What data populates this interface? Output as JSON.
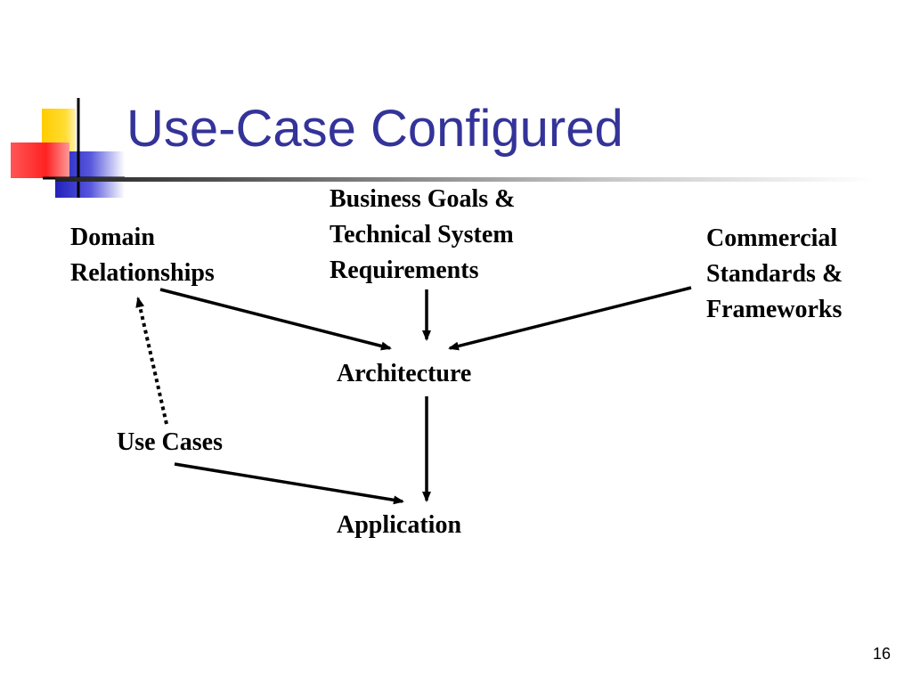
{
  "slide": {
    "title": "Use-Case Configured",
    "page_number": "16"
  },
  "colors": {
    "title": "#333399",
    "deco_yellow": "#FFCC00",
    "deco_red": "#FF3333",
    "deco_blue": "#3333CC",
    "text": "#000000"
  },
  "diagram": {
    "nodes": {
      "business_goals": "Business Goals &\nTechnical System\nRequirements",
      "domain_relationships": "Domain\nRelationships",
      "commercial_standards": "Commercial\nStandards &\nFrameworks",
      "architecture": "Architecture",
      "use_cases": "Use Cases",
      "application": "Application"
    },
    "edges": [
      {
        "from": "domain_relationships",
        "to": "architecture",
        "style": "solid"
      },
      {
        "from": "business_goals",
        "to": "architecture",
        "style": "solid"
      },
      {
        "from": "commercial_standards",
        "to": "architecture",
        "style": "solid"
      },
      {
        "from": "architecture",
        "to": "application",
        "style": "solid"
      },
      {
        "from": "use_cases",
        "to": "application",
        "style": "solid"
      },
      {
        "from": "use_cases",
        "to": "domain_relationships",
        "style": "dotted"
      }
    ]
  }
}
